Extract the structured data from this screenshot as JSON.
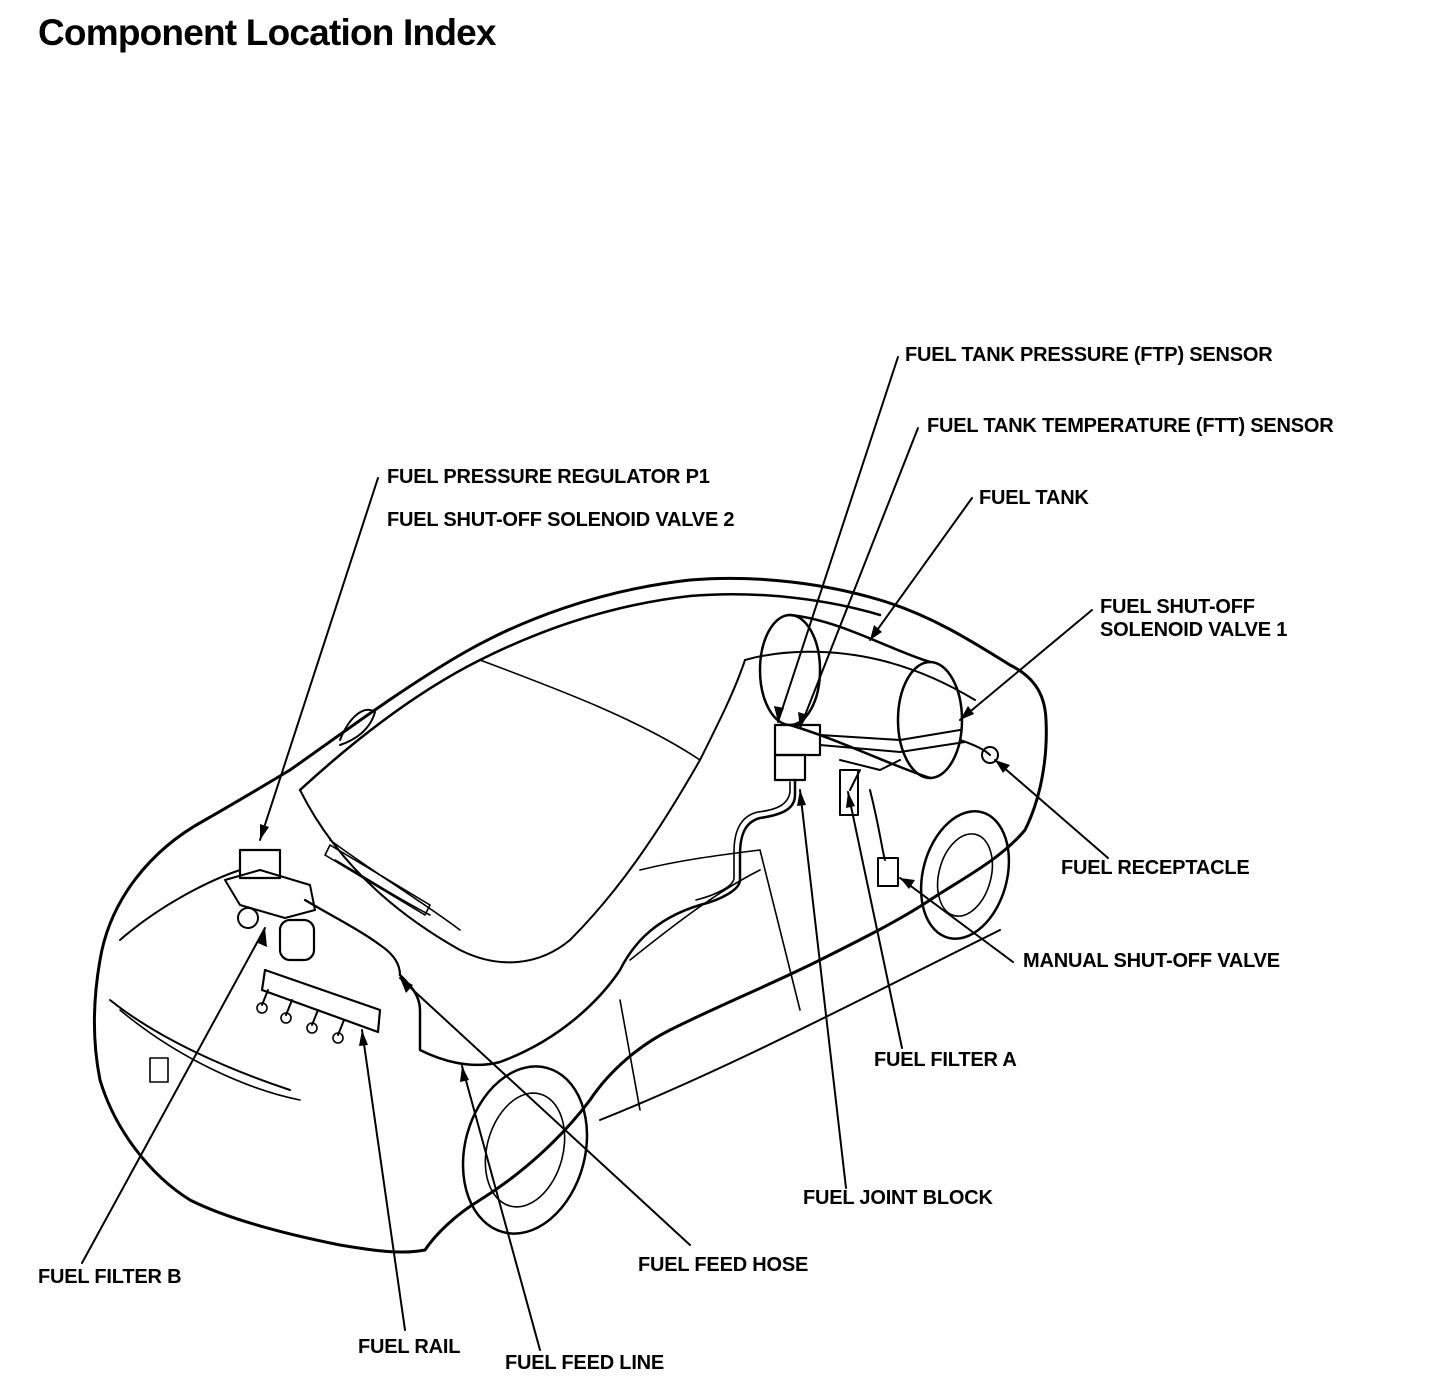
{
  "page": {
    "title": "Component Location Index"
  },
  "labels": {
    "ftp_sensor": "FUEL TANK PRESSURE (FTP) SENSOR",
    "ftt_sensor": "FUEL TANK TEMPERATURE (FTT) SENSOR",
    "fuel_pressure_regulator": "FUEL PRESSURE REGULATOR P1",
    "solenoid_valve_2": "FUEL SHUT-OFF SOLENOID VALVE 2",
    "fuel_tank": "FUEL TANK",
    "solenoid_valve_1_line1": "FUEL SHUT-OFF",
    "solenoid_valve_1_line2": "SOLENOID VALVE 1",
    "fuel_receptacle": "FUEL RECEPTACLE",
    "manual_shutoff_valve": "MANUAL SHUT-OFF VALVE",
    "fuel_filter_a": "FUEL FILTER A",
    "fuel_joint_block": "FUEL JOINT BLOCK",
    "fuel_feed_hose": "FUEL FEED HOSE",
    "fuel_filter_b": "FUEL FILTER B",
    "fuel_rail": "FUEL RAIL",
    "fuel_feed_line": "FUEL FEED LINE"
  },
  "colors": {
    "ink": "#000000",
    "paper": "#ffffff"
  }
}
